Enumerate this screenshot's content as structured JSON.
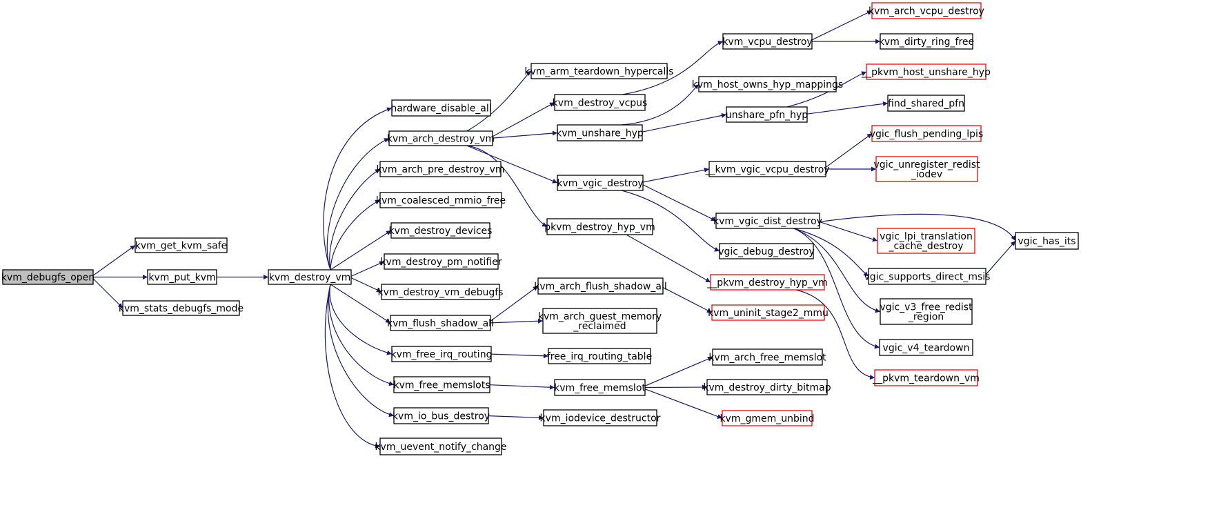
{
  "graph": {
    "root": "kvm_debugfs_open",
    "colors": {
      "edge": "#191970",
      "node_border": "#000000",
      "truncated_border": "#ff0000",
      "root_fill": "#bfbfbf",
      "node_fill": "#ffffff"
    },
    "nodes": [
      {
        "id": "kvm_debugfs_open",
        "lines": [
          "kvm_debugfs_open"
        ],
        "kind": "root"
      },
      {
        "id": "kvm_get_kvm_safe",
        "lines": [
          "kvm_get_kvm_safe"
        ],
        "kind": "normal"
      },
      {
        "id": "kvm_put_kvm",
        "lines": [
          "kvm_put_kvm"
        ],
        "kind": "normal"
      },
      {
        "id": "kvm_stats_debugfs_mode",
        "lines": [
          "kvm_stats_debugfs_mode"
        ],
        "kind": "normal"
      },
      {
        "id": "kvm_destroy_vm",
        "lines": [
          "kvm_destroy_vm"
        ],
        "kind": "normal"
      },
      {
        "id": "hardware_disable_all",
        "lines": [
          "hardware_disable_all"
        ],
        "kind": "normal"
      },
      {
        "id": "kvm_arch_destroy_vm",
        "lines": [
          "kvm_arch_destroy_vm"
        ],
        "kind": "normal"
      },
      {
        "id": "kvm_arch_pre_destroy_vm",
        "lines": [
          "kvm_arch_pre_destroy_vm"
        ],
        "kind": "normal"
      },
      {
        "id": "kvm_coalesced_mmio_free",
        "lines": [
          "kvm_coalesced_mmio_free"
        ],
        "kind": "normal"
      },
      {
        "id": "kvm_destroy_devices",
        "lines": [
          "kvm_destroy_devices"
        ],
        "kind": "normal"
      },
      {
        "id": "kvm_destroy_pm_notifier",
        "lines": [
          "kvm_destroy_pm_notifier"
        ],
        "kind": "normal"
      },
      {
        "id": "kvm_destroy_vm_debugfs",
        "lines": [
          "kvm_destroy_vm_debugfs"
        ],
        "kind": "normal"
      },
      {
        "id": "kvm_flush_shadow_all",
        "lines": [
          "kvm_flush_shadow_all"
        ],
        "kind": "normal"
      },
      {
        "id": "kvm_free_irq_routing",
        "lines": [
          "kvm_free_irq_routing"
        ],
        "kind": "normal"
      },
      {
        "id": "kvm_free_memslots",
        "lines": [
          "kvm_free_memslots"
        ],
        "kind": "normal"
      },
      {
        "id": "kvm_io_bus_destroy",
        "lines": [
          "kvm_io_bus_destroy"
        ],
        "kind": "normal"
      },
      {
        "id": "kvm_uevent_notify_change",
        "lines": [
          "kvm_uevent_notify_change"
        ],
        "kind": "normal"
      },
      {
        "id": "kvm_arm_teardown_hypercalls",
        "lines": [
          "kvm_arm_teardown_hypercalls"
        ],
        "kind": "normal"
      },
      {
        "id": "kvm_destroy_vcpus",
        "lines": [
          "kvm_destroy_vcpus"
        ],
        "kind": "normal"
      },
      {
        "id": "kvm_unshare_hyp",
        "lines": [
          "kvm_unshare_hyp"
        ],
        "kind": "normal"
      },
      {
        "id": "kvm_vgic_destroy",
        "lines": [
          "kvm_vgic_destroy"
        ],
        "kind": "normal"
      },
      {
        "id": "pkvm_destroy_hyp_vm",
        "lines": [
          "pkvm_destroy_hyp_vm"
        ],
        "kind": "normal"
      },
      {
        "id": "kvm_arch_flush_shadow_all",
        "lines": [
          "kvm_arch_flush_shadow_all"
        ],
        "kind": "normal"
      },
      {
        "id": "kvm_arch_guest_memory_reclaimed",
        "lines": [
          "kvm_arch_guest_memory",
          "_reclaimed"
        ],
        "kind": "normal"
      },
      {
        "id": "free_irq_routing_table",
        "lines": [
          "free_irq_routing_table"
        ],
        "kind": "normal"
      },
      {
        "id": "kvm_free_memslot",
        "lines": [
          "kvm_free_memslot"
        ],
        "kind": "normal"
      },
      {
        "id": "kvm_iodevice_destructor",
        "lines": [
          "kvm_iodevice_destructor"
        ],
        "kind": "normal"
      },
      {
        "id": "kvm_vcpu_destroy",
        "lines": [
          "kvm_vcpu_destroy"
        ],
        "kind": "normal"
      },
      {
        "id": "kvm_host_owns_hyp_mappings",
        "lines": [
          "kvm_host_owns_hyp_mappings"
        ],
        "kind": "normal"
      },
      {
        "id": "unshare_pfn_hyp",
        "lines": [
          "unshare_pfn_hyp"
        ],
        "kind": "normal"
      },
      {
        "id": "__kvm_vgic_vcpu_destroy",
        "lines": [
          "__kvm_vgic_vcpu_destroy"
        ],
        "kind": "normal"
      },
      {
        "id": "kvm_vgic_dist_destroy",
        "lines": [
          "kvm_vgic_dist_destroy"
        ],
        "kind": "normal"
      },
      {
        "id": "vgic_debug_destroy",
        "lines": [
          "vgic_debug_destroy"
        ],
        "kind": "normal"
      },
      {
        "id": "__pkvm_destroy_hyp_vm",
        "lines": [
          "__pkvm_destroy_hyp_vm"
        ],
        "kind": "truncated"
      },
      {
        "id": "kvm_uninit_stage2_mmu",
        "lines": [
          "kvm_uninit_stage2_mmu"
        ],
        "kind": "truncated"
      },
      {
        "id": "kvm_arch_free_memslot",
        "lines": [
          "kvm_arch_free_memslot"
        ],
        "kind": "normal"
      },
      {
        "id": "kvm_destroy_dirty_bitmap",
        "lines": [
          "kvm_destroy_dirty_bitmap"
        ],
        "kind": "normal"
      },
      {
        "id": "kvm_gmem_unbind",
        "lines": [
          "kvm_gmem_unbind"
        ],
        "kind": "truncated"
      },
      {
        "id": "kvm_arch_vcpu_destroy",
        "lines": [
          "kvm_arch_vcpu_destroy"
        ],
        "kind": "truncated"
      },
      {
        "id": "kvm_dirty_ring_free",
        "lines": [
          "kvm_dirty_ring_free"
        ],
        "kind": "normal"
      },
      {
        "id": "__pkvm_host_unshare_hyp",
        "lines": [
          "__pkvm_host_unshare_hyp"
        ],
        "kind": "truncated"
      },
      {
        "id": "find_shared_pfn",
        "lines": [
          "find_shared_pfn"
        ],
        "kind": "normal"
      },
      {
        "id": "vgic_flush_pending_lpis",
        "lines": [
          "vgic_flush_pending_lpis"
        ],
        "kind": "truncated"
      },
      {
        "id": "vgic_unregister_redist_iodev",
        "lines": [
          "vgic_unregister_redist",
          "_iodev"
        ],
        "kind": "truncated"
      },
      {
        "id": "vgic_lpi_translation_cache_destroy",
        "lines": [
          "vgic_lpi_translation",
          "_cache_destroy"
        ],
        "kind": "truncated"
      },
      {
        "id": "vgic_supports_direct_msis",
        "lines": [
          "vgic_supports_direct_msis"
        ],
        "kind": "normal"
      },
      {
        "id": "vgic_v3_free_redist_region",
        "lines": [
          "vgic_v3_free_redist",
          "_region"
        ],
        "kind": "normal"
      },
      {
        "id": "vgic_v4_teardown",
        "lines": [
          "vgic_v4_teardown"
        ],
        "kind": "normal"
      },
      {
        "id": "__pkvm_teardown_vm",
        "lines": [
          "__pkvm_teardown_vm"
        ],
        "kind": "truncated"
      },
      {
        "id": "vgic_has_its",
        "lines": [
          "vgic_has_its"
        ],
        "kind": "normal"
      }
    ],
    "edges": [
      [
        "kvm_debugfs_open",
        "kvm_get_kvm_safe"
      ],
      [
        "kvm_debugfs_open",
        "kvm_put_kvm"
      ],
      [
        "kvm_debugfs_open",
        "kvm_stats_debugfs_mode"
      ],
      [
        "kvm_put_kvm",
        "kvm_destroy_vm"
      ],
      [
        "kvm_destroy_vm",
        "hardware_disable_all"
      ],
      [
        "kvm_destroy_vm",
        "kvm_arch_destroy_vm"
      ],
      [
        "kvm_destroy_vm",
        "kvm_arch_pre_destroy_vm"
      ],
      [
        "kvm_destroy_vm",
        "kvm_coalesced_mmio_free"
      ],
      [
        "kvm_destroy_vm",
        "kvm_destroy_devices"
      ],
      [
        "kvm_destroy_vm",
        "kvm_destroy_pm_notifier"
      ],
      [
        "kvm_destroy_vm",
        "kvm_destroy_vm_debugfs"
      ],
      [
        "kvm_destroy_vm",
        "kvm_flush_shadow_all"
      ],
      [
        "kvm_destroy_vm",
        "kvm_free_irq_routing"
      ],
      [
        "kvm_destroy_vm",
        "kvm_free_memslots"
      ],
      [
        "kvm_destroy_vm",
        "kvm_io_bus_destroy"
      ],
      [
        "kvm_destroy_vm",
        "kvm_uevent_notify_change"
      ],
      [
        "kvm_arch_destroy_vm",
        "kvm_arm_teardown_hypercalls"
      ],
      [
        "kvm_arch_destroy_vm",
        "kvm_destroy_vcpus"
      ],
      [
        "kvm_arch_destroy_vm",
        "kvm_unshare_hyp"
      ],
      [
        "kvm_arch_destroy_vm",
        "kvm_vgic_destroy"
      ],
      [
        "kvm_arch_destroy_vm",
        "pkvm_destroy_hyp_vm"
      ],
      [
        "kvm_flush_shadow_all",
        "kvm_arch_flush_shadow_all"
      ],
      [
        "kvm_flush_shadow_all",
        "kvm_arch_guest_memory_reclaimed"
      ],
      [
        "kvm_free_irq_routing",
        "free_irq_routing_table"
      ],
      [
        "kvm_free_memslots",
        "kvm_free_memslot"
      ],
      [
        "kvm_io_bus_destroy",
        "kvm_iodevice_destructor"
      ],
      [
        "kvm_destroy_vcpus",
        "kvm_vcpu_destroy"
      ],
      [
        "kvm_unshare_hyp",
        "kvm_host_owns_hyp_mappings"
      ],
      [
        "kvm_unshare_hyp",
        "unshare_pfn_hyp"
      ],
      [
        "kvm_vgic_destroy",
        "__kvm_vgic_vcpu_destroy"
      ],
      [
        "kvm_vgic_destroy",
        "kvm_vgic_dist_destroy"
      ],
      [
        "kvm_vgic_destroy",
        "vgic_debug_destroy"
      ],
      [
        "pkvm_destroy_hyp_vm",
        "__pkvm_destroy_hyp_vm"
      ],
      [
        "kvm_arch_flush_shadow_all",
        "kvm_uninit_stage2_mmu"
      ],
      [
        "kvm_free_memslot",
        "kvm_arch_free_memslot"
      ],
      [
        "kvm_free_memslot",
        "kvm_destroy_dirty_bitmap"
      ],
      [
        "kvm_free_memslot",
        "kvm_gmem_unbind"
      ],
      [
        "kvm_vcpu_destroy",
        "kvm_arch_vcpu_destroy"
      ],
      [
        "kvm_vcpu_destroy",
        "kvm_dirty_ring_free"
      ],
      [
        "unshare_pfn_hyp",
        "__pkvm_host_unshare_hyp"
      ],
      [
        "unshare_pfn_hyp",
        "find_shared_pfn"
      ],
      [
        "__kvm_vgic_vcpu_destroy",
        "vgic_flush_pending_lpis"
      ],
      [
        "__kvm_vgic_vcpu_destroy",
        "vgic_unregister_redist_iodev"
      ],
      [
        "kvm_vgic_dist_destroy",
        "vgic_has_its"
      ],
      [
        "kvm_vgic_dist_destroy",
        "vgic_lpi_translation_cache_destroy"
      ],
      [
        "kvm_vgic_dist_destroy",
        "vgic_supports_direct_msis"
      ],
      [
        "kvm_vgic_dist_destroy",
        "vgic_v3_free_redist_region"
      ],
      [
        "kvm_vgic_dist_destroy",
        "vgic_v4_teardown"
      ],
      [
        "__pkvm_destroy_hyp_vm",
        "__pkvm_teardown_vm"
      ],
      [
        "vgic_supports_direct_msis",
        "vgic_has_its"
      ]
    ]
  }
}
